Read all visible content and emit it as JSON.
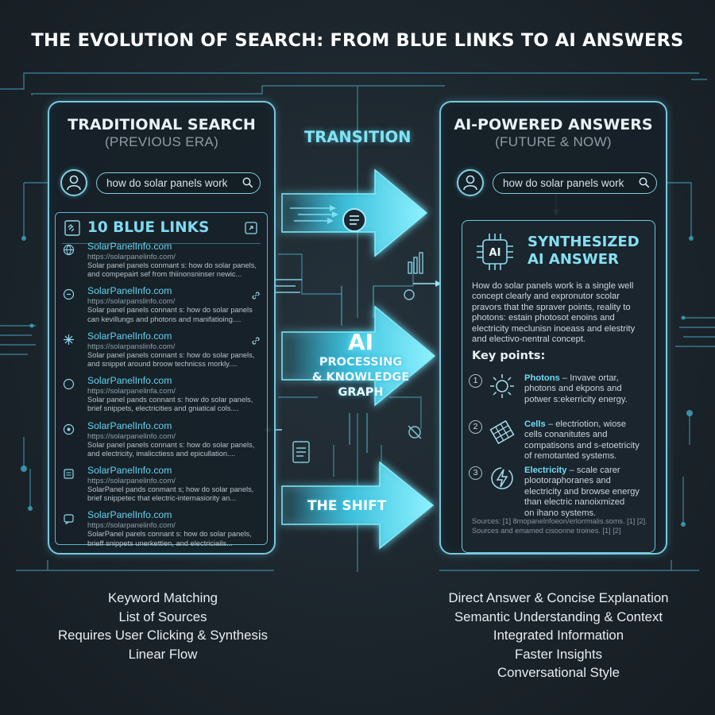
{
  "title": "THE EVOLUTION OF SEARCH: FROM BLUE LINKS TO AI ANSWERS",
  "traditional": {
    "title": "TRADITIONAL SEARCH",
    "subtitle": "(PREVIOUS ERA)",
    "search_query": "how do solar panels work",
    "links_title": "10 BLUE LINKS",
    "results": [
      {
        "site": "SolarPanelInfo.com",
        "url": "https://solarpanelinfo.com/",
        "snippet": "Solar panel panels conmant s: how do solar panels,\nand compepairt sef from thiinonsninser newic..."
      },
      {
        "site": "SolarPanelInfo.com",
        "url": "https://solarpanslinfo.com/",
        "snippet": "Solar panel panels connant s: how do solar panels\ncan kevillungs and photons and manifatioing...."
      },
      {
        "site": "SolarPanelInfo.com",
        "url": "https://solarpanslinfo.com/",
        "snippet": "Solar panel panels connant s: how do solar panels,\nand snippet around broow technicss morkly...."
      },
      {
        "site": "SolarPanelInfo.com",
        "url": "https://solarpanelinfa.com/",
        "snippet": "Solar panel pands connant s: how do solar panels,\nbrief snippets, electricities and gniatical cols...."
      },
      {
        "site": "SolarPanelInfo.com",
        "url": "https://solarpanelinfo.com/",
        "snippet": "Solar panel panels connant s: how do solar panels,\nand electricity, imalicctiess and epicullation...."
      },
      {
        "site": "SolarPanelInfo.com",
        "url": "https://solarpanelinfo.com/",
        "snippet": "SolarPanel pands conmant s; how do solar panels,\nbrief snippetec that electric-internasiority an..."
      },
      {
        "site": "SolarPanelInfo.com",
        "url": "https://solarpanelinfo.com/",
        "snippet": "SolarPanel parels connant s: how do solar panels,\nbrieff snippets unerkettien, and electriciails..."
      }
    ]
  },
  "ai": {
    "title": "AI-POWERED ANSWERS",
    "subtitle": "(FUTURE & NOW)",
    "search_query": "how do solar panels work",
    "chip_label": "AI",
    "answer_title": "SYNTHESIZED\nAI ANSWER",
    "answer_text": "How do solar panels work is a single well\nconcept clearly and expronutor scolar\npravors that the spraver points, reality to\nphotons: estain photosot enoins and\nelectricity meclunisn inoeass and elestrity\nand electivo-nentral concept.",
    "key_points_title": "Key points:",
    "key_points": [
      {
        "num": "1",
        "term": "Photons",
        "text": " – Invave ortar,\nphotons and ekpons and\npotwer s:ekerricity energy."
      },
      {
        "num": "2",
        "term": "Cells",
        "text": " – electriotion, wiose\ncells conanitutes and\ncompatisons and s-etoetricity\nof remotanted systems."
      },
      {
        "num": "3",
        "term": "Electricity",
        "text": " – scale carer\nplootoraphoranes and\nelectricity and browse energy\nthan electric nanoixmized\non ihano systems."
      }
    ],
    "sources": "Sources: [1] 8mopanelnfoeon/erlorrmalis.soms. [1] [2].\nSources and emamed cisoonne troines. [1] [2]"
  },
  "center": {
    "transition_label": "TRANSITION",
    "ai_label": "AI",
    "ai_sub": "PROCESSING\n& KNOWLEDGE\nGRAPH",
    "shift_label": "THE SHIFT"
  },
  "traditional_traits": [
    "Keyword Matching",
    "List of Sources",
    "Requires User Clicking & Synthesis",
    "Linear Flow"
  ],
  "ai_traits": [
    "Direct Answer & Concise Explanation",
    "Semantic Understanding & Context",
    "Integrated Information",
    "Faster Insights",
    "Conversational Style"
  ],
  "colors": {
    "accent": "#5fdcf5",
    "panel_border": "#79c7dc",
    "background": "#1c252c"
  }
}
